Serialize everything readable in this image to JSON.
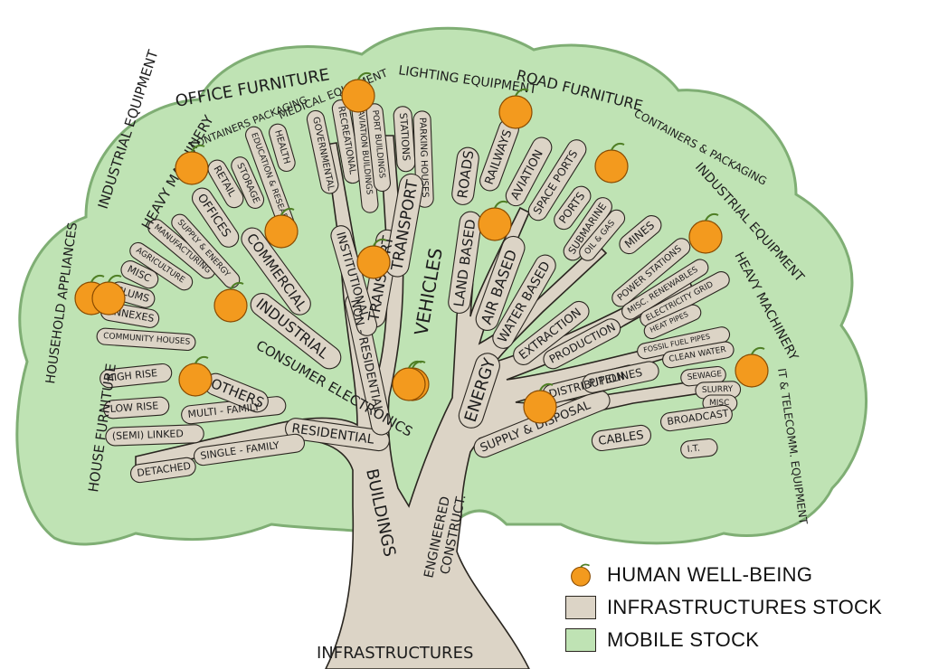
{
  "colors": {
    "canopy_fill": "#bfe3b4",
    "canopy_stroke": "#7fae74",
    "trunk_fill": "#dcd4c6",
    "trunk_stroke": "#2a2620",
    "fruit_fill": "#f39a1e",
    "fruit_stroke": "#8a4b00",
    "leaf": "#4f7f25"
  },
  "trunk_labels": {
    "root": "INFRASTRUCTURES",
    "buildings": "BUILDINGS",
    "engineered": "ENGINEERED",
    "construct": "CONSTRUCT."
  },
  "branch_labels": [
    "RESIDENTIAL",
    "NON - RESIDENTIAL",
    "TRANSPORT",
    "ENERGY",
    "SUPPLY & DISPOSAL",
    "SINGLE - FAMILY",
    "MULTI - FAMILY",
    "OTHERS",
    "DETACHED",
    "(SEMI) LINKED",
    "LOW RISE",
    "HIGH RISE",
    "COMMUNITY HOUSES",
    "ANNEXES",
    "SLUMS",
    "MISC",
    "AGRICULTURE",
    "MANUFACTURING",
    "SUPPLY & ENERGY",
    "INDUSTRIAL",
    "COMMERCIAL",
    "OFFICES",
    "RETAIL",
    "STORAGE",
    "EDUCATION & RESEARCH",
    "HEALTH",
    "INSTITUTIONAL",
    "GOVERNMENTAL",
    "RECREATIONAL",
    "AVIATION BUILDINGS",
    "PORT BUILDINGS",
    "STATIONS",
    "PARKING HOUSES",
    "TRANSPORT",
    "LAND BASED",
    "AIR BASED",
    "WATER BASED",
    "ROADS",
    "RAILWAYS",
    "AVIATION",
    "SPACE PORTS",
    "PORTS",
    "SUBMARINE",
    "EXTRACTION",
    "PRODUCTION",
    "DISTRIBUTION",
    "OIL & GAS",
    "MINES",
    "POWER STATIONS",
    "MISC. RENEWABLES",
    "ELECTRICITY GRID",
    "HEAT PIPES",
    "FOSSIL FUEL PIPES",
    "PIPELINES",
    "CLEAN WATER",
    "SEWAGE",
    "SLURRY",
    "MISC",
    "CABLES",
    "BROADCAST",
    "I.T."
  ],
  "canopy_labels": [
    "HOUSE FURNITURE",
    "HOUSEHOLD APPLIANCES",
    "HEAVY MACHINERY",
    "INDUSTRIAL EQUIPMENT",
    "OFFICE FURNITURE",
    "CONTAINERS PACKAGING",
    "MEDICAL EQUIPMENT",
    "LIGHTING EQUIPMENT",
    "ROAD FURNITURE",
    "CONTAINERS & PACKAGING",
    "INDUSTRIAL EQUIPMENT",
    "HEAVY MACHINERY",
    "IT & TELECOMM. EQUIPMENT",
    "CONSUMER ELECTRONICS",
    "VEHICLES"
  ],
  "fruit_count": 16,
  "legend": [
    {
      "label": "HUMAN WELL-BEING",
      "icon": "orange-fruit-icon"
    },
    {
      "label": "INFRASTRUCTURES STOCK",
      "icon": "beige-square-icon"
    },
    {
      "label": "MOBILE STOCK",
      "icon": "green-square-icon"
    }
  ]
}
